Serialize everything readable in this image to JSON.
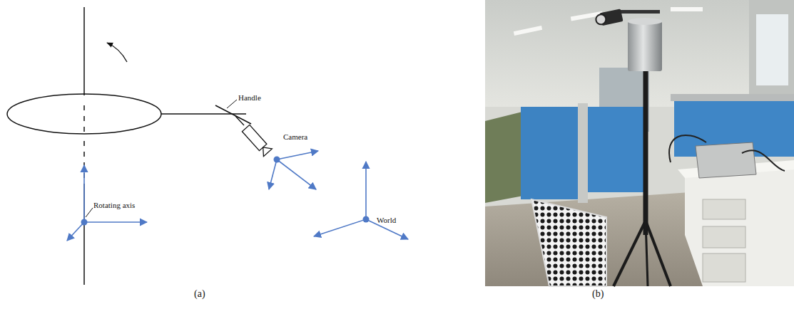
{
  "diagram": {
    "labels": [
      "Handle",
      "Camera",
      "Rotating axis",
      "World",
      "(a)",
      "(b)"
    ]
  }
}
